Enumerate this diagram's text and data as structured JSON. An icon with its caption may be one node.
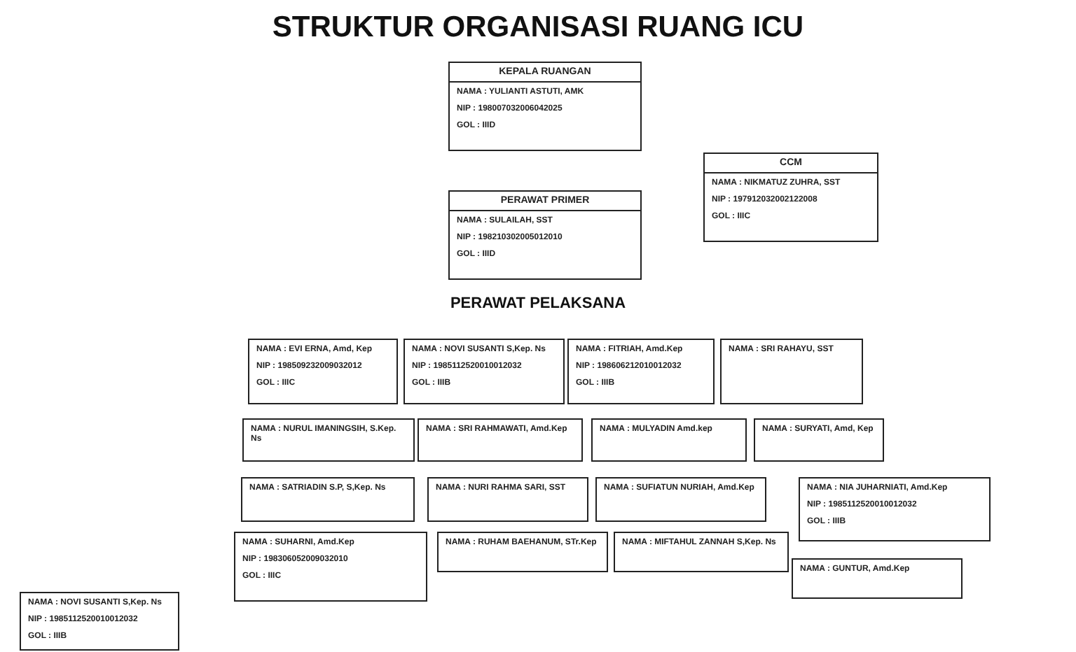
{
  "diagram": {
    "title": "STRUKTUR ORGANISASI RUANG ICU",
    "nodes": [
      {
        "text": [
          "KEPALA RUANGAN",
          "NAMA : YULIANTI ASTUTI, AMK",
          "NIP : 198007032006042025",
          "GOL : IIID"
        ]
      },
      {
        "text": [
          "PERAWAT PRIMER",
          "NAMA : SULAILAH, SST",
          "NIP : 198210302005012010",
          "GOL : IIID"
        ]
      },
      {
        "text": [
          "CCM",
          "NAMA : NIKMATUZ ZUHRA, SST",
          "NIP : 197912032002122008",
          "GOL : IIIC"
        ]
      },
      {
        "text": [
          "NAMA : EVI ERNA, Amd, Kep",
          "NIP : 198509232009032012",
          "GOL : IIIC"
        ]
      },
      {
        "text": [
          "NAMA : NOVI SUSANTI S,Kep. Ns",
          "NIP : 1985112520010012032",
          "GOL : IIIB"
        ]
      },
      {
        "text": [
          "NAMA : FITRIAH, Amd.Kep",
          "NIP : 198606212010012032",
          "GOL : IIIB"
        ]
      },
      {
        "text": [
          "NAMA : SRI RAHAYU, SST"
        ]
      },
      {
        "text": [
          "NAMA : NURUL IMANINGSIH, S.Kep. Ns"
        ]
      },
      {
        "text": [
          "NAMA : SRI RAHMAWATI, Amd.Kep"
        ]
      },
      {
        "text": [
          "NAMA : MULYADIN Amd.kep"
        ]
      },
      {
        "text": [
          "NAMA : SURYATI, Amd, Kep"
        ]
      },
      {
        "text": [
          "NAMA : SATRIADIN S.P,  S,Kep. Ns"
        ]
      },
      {
        "text": [
          "NAMA : NURI RAHMA SARI, SST"
        ]
      },
      {
        "text": [
          "NAMA : SUFIATUN NURIAH, Amd.Kep"
        ]
      },
      {
        "text": [
          "NAMA : NIA JUHARNIATI, Amd.Kep",
          "NIP : 1985112520010012032",
          "GOL : IIIB"
        ]
      },
      {
        "text": [
          "NAMA : SUHARNI, Amd.Kep",
          "NIP : 198306052009032010",
          "GOL : IIIC"
        ]
      },
      {
        "text": [
          "NAMA : RUHAM BAEHANUM, STr.Kep"
        ]
      },
      {
        "text": [
          "NAMA : MIFTAHUL ZANNAH S,Kep. Ns"
        ]
      },
      {
        "text": [
          "NAMA : GUNTUR, Amd.Kep"
        ]
      },
      {
        "text": [
          "NAMA : NOVI SUSANTI S,Kep. Ns",
          "NIP : 1985112520010012032",
          "GOL : IIIB"
        ]
      }
    ],
    "edges": [],
    "labels": [
      "PERAWAT PELAKSANA"
    ]
  }
}
